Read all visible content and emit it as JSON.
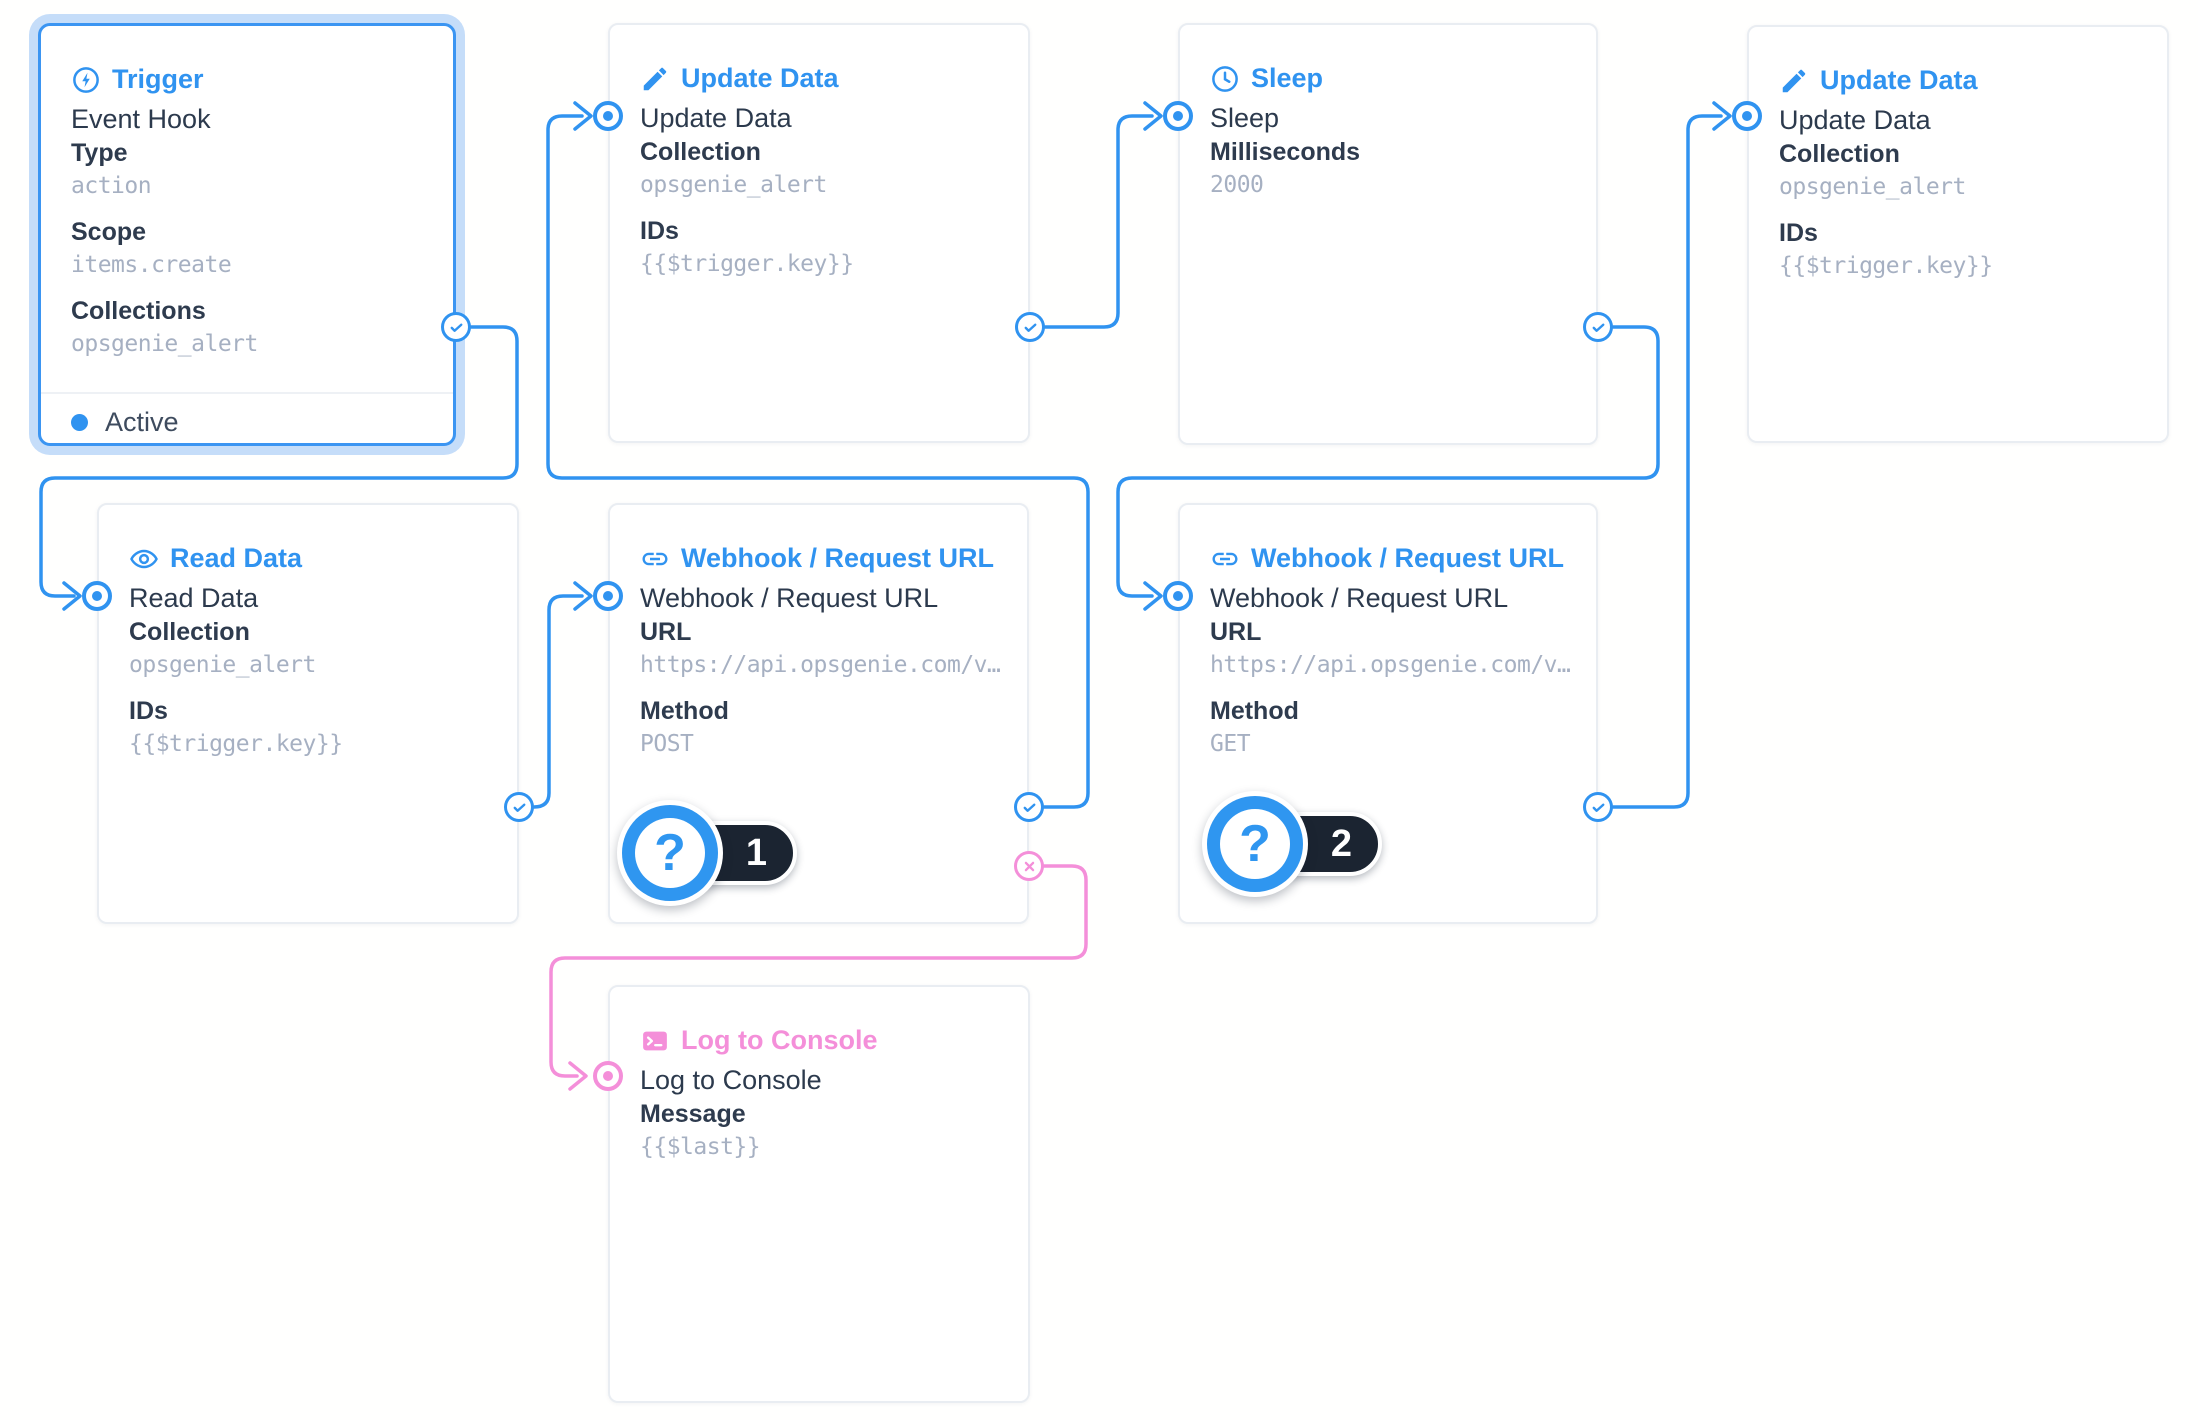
{
  "app": {
    "name": "Flow canvas"
  },
  "colors": {
    "accent_blue": "#3093f0",
    "accent_pink": "#f48fd9",
    "trigger_halo": "#c5ddf9",
    "label_dark": "#2e3b4e",
    "value_gray": "#a6b0c2",
    "badge_pill": "#1b2431"
  },
  "nodes": {
    "trigger": {
      "title": "Trigger",
      "icon": "bolt-circle-icon",
      "name": "Event Hook",
      "fields": [
        {
          "label": "Type",
          "value": "action"
        },
        {
          "label": "Scope",
          "value": "items.create"
        },
        {
          "label": "Collections",
          "value": "opsgenie_alert"
        }
      ],
      "status": "Active"
    },
    "update_data_1": {
      "title": "Update Data",
      "icon": "pencil-icon",
      "name": "Update Data",
      "fields": [
        {
          "label": "Collection",
          "value": "opsgenie_alert"
        },
        {
          "label": "IDs",
          "value": "{{$trigger.key}}"
        }
      ]
    },
    "sleep": {
      "title": "Sleep",
      "icon": "clock-icon",
      "name": "Sleep",
      "fields": [
        {
          "label": "Milliseconds",
          "value": "2000"
        }
      ]
    },
    "update_data_2": {
      "title": "Update Data",
      "icon": "pencil-icon",
      "name": "Update Data",
      "fields": [
        {
          "label": "Collection",
          "value": "opsgenie_alert"
        },
        {
          "label": "IDs",
          "value": "{{$trigger.key}}"
        }
      ]
    },
    "read_data": {
      "title": "Read Data",
      "icon": "eye-icon",
      "name": "Read Data",
      "fields": [
        {
          "label": "Collection",
          "value": "opsgenie_alert"
        },
        {
          "label": "IDs",
          "value": "{{$trigger.key}}"
        }
      ]
    },
    "webhook_1": {
      "title": "Webhook / Request URL",
      "icon": "link-icon",
      "name": "Webhook / Request URL",
      "fields": [
        {
          "label": "URL",
          "value": "https://api.opsgenie.com/v…"
        },
        {
          "label": "Method",
          "value": "POST"
        }
      ],
      "badge_icon": "?",
      "badge_count": "1"
    },
    "webhook_2": {
      "title": "Webhook / Request URL",
      "icon": "link-icon",
      "name": "Webhook / Request URL",
      "fields": [
        {
          "label": "URL",
          "value": "https://api.opsgenie.com/v…"
        },
        {
          "label": "Method",
          "value": "GET"
        }
      ],
      "badge_icon": "?",
      "badge_count": "2"
    },
    "log_to_console": {
      "title": "Log to Console",
      "icon": "terminal-icon",
      "name": "Log to Console",
      "fields": [
        {
          "label": "Message",
          "value": "{{$last}}"
        }
      ]
    }
  },
  "connections": [
    {
      "from": "trigger",
      "port": "resolve",
      "to": "read_data"
    },
    {
      "from": "read_data",
      "port": "resolve",
      "to": "webhook_1"
    },
    {
      "from": "webhook_1",
      "port": "resolve",
      "to": "update_data_1"
    },
    {
      "from": "update_data_1",
      "port": "resolve",
      "to": "sleep"
    },
    {
      "from": "sleep",
      "port": "resolve",
      "to": "webhook_2"
    },
    {
      "from": "webhook_2",
      "port": "resolve",
      "to": "update_data_2"
    },
    {
      "from": "webhook_1",
      "port": "reject",
      "to": "log_to_console"
    }
  ]
}
